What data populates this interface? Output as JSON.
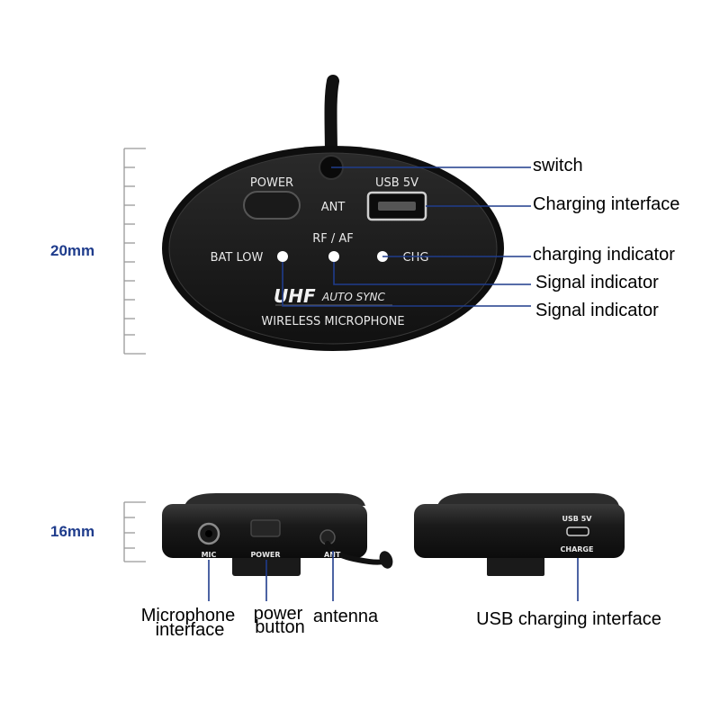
{
  "dimensions": {
    "top_height": "20mm",
    "bottom_height": "16mm"
  },
  "device_labels": {
    "power": "POWER",
    "ant": "ANT",
    "usb": "USB 5V",
    "rf_af": "RF / AF",
    "bat_low": "BAT LOW",
    "chg": "CHG",
    "brand": "UHF",
    "auto_sync": "AUTO SYNC",
    "product": "WIRELESS MICROPHONE",
    "mic_port": "MIC",
    "power_port": "POWER",
    "ant_port": "ANT",
    "usb_port": "USB 5V",
    "charge_port": "CHARGE"
  },
  "callouts": {
    "switch": "switch",
    "charging_interface": "Charging interface",
    "charging_indicator": "charging indicator",
    "signal_indicator_1": "Signal indicator",
    "signal_indicator_2": "Signal indicator",
    "microphone_interface_line1": "Microphone",
    "microphone_interface_line2": "interface",
    "power_button_line1": "power",
    "power_button_line2": "button",
    "antenna": "antenna",
    "usb_charging_interface": "USB charging interface"
  },
  "colors": {
    "accent": "#1f3c8c",
    "body": "#1b1b1b",
    "led": "#ffffff"
  }
}
